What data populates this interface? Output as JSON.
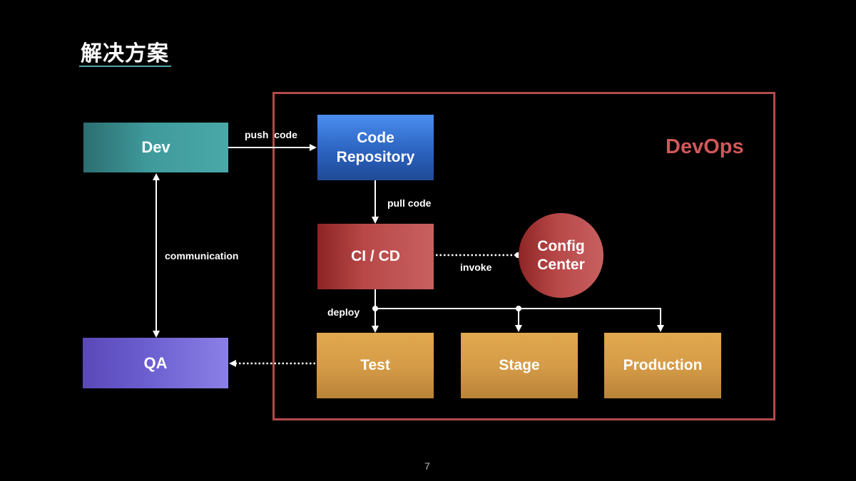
{
  "slide": {
    "title": "解决方案",
    "page_number": "7"
  },
  "group": {
    "label": "DevOps",
    "color": "#d0575a"
  },
  "nodes": {
    "dev": "Dev",
    "code_repository": "Code Repository",
    "ci_cd": "CI / CD",
    "config_center": "Config Center",
    "qa": "QA",
    "test": "Test",
    "stage": "Stage",
    "production": "Production"
  },
  "edges": {
    "push_code": "push  code",
    "pull_code": "pull code",
    "invoke": "invoke",
    "deploy": "deploy",
    "communication": "communication"
  },
  "colors": {
    "dev": "#3f9a9b",
    "code_repository": "#2c63c0",
    "ci_cd": "#b84848",
    "config_center": "#b84848",
    "qa": "#6c5fd0",
    "environments": "#d69c48",
    "frame": "#b24a4a",
    "accent_underline": "#4fa6a6"
  }
}
